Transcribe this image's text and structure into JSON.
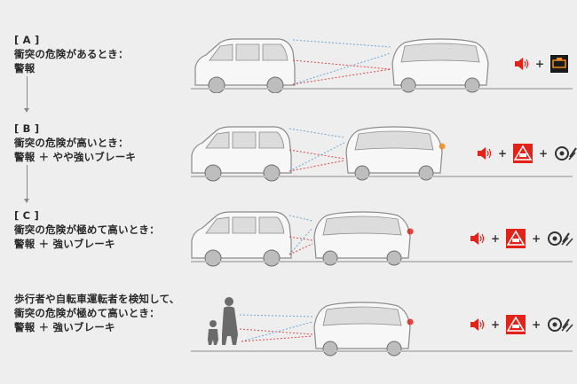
{
  "steps": [
    {
      "tag": "[ A ]",
      "lines": [
        "衝突の危険があるとき：",
        "警報"
      ]
    },
    {
      "tag": "[ B ]",
      "lines": [
        "衝突の危険が高いとき：",
        "警報 ＋ やや強いブレーキ"
      ]
    },
    {
      "tag": "[ C ]",
      "lines": [
        "衝突の危険が極めて高いとき：",
        "警報 ＋ 強いブレーキ"
      ]
    },
    {
      "tag": "",
      "lines": [
        "歩行者や自転車運転者を検知して、",
        "衝突の危険が極めて高いとき：",
        "警報 ＋ 強いブレーキ"
      ]
    }
  ],
  "plus_sign": "+",
  "icons": {
    "sound": "speaker-icon",
    "meter": "meter-warning-icon",
    "warning": "collision-warning-icon",
    "brake": "brake-icon"
  },
  "colors": {
    "background": "#eeeeee",
    "car_stroke": "#8a8a8a",
    "car_fill": "#f7f7f7",
    "sensor_blue": "#6aa8d6",
    "sensor_red": "#d94c4c",
    "warning_red": "#e2231a",
    "meter_orange": "#f08a1c"
  }
}
